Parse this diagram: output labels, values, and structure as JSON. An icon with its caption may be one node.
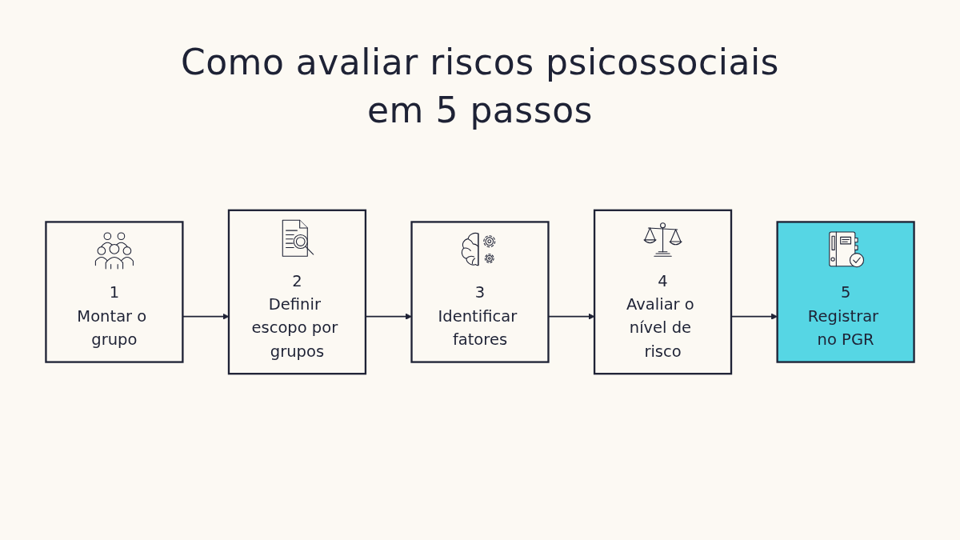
{
  "diagram": {
    "title": "Como avaliar riscos psicossociais em 5 passos",
    "nodes": [
      {
        "text": [
          "1",
          "Montar o grupo"
        ]
      },
      {
        "text": [
          "2",
          "Definir escopo por grupos"
        ]
      },
      {
        "text": [
          "3",
          "Identificar fatores"
        ]
      },
      {
        "text": [
          "4",
          "Avaliar o nível de risco"
        ]
      },
      {
        "text": [
          "5",
          "Registrar no PGR"
        ]
      }
    ],
    "edges": [
      {
        "from": 0,
        "to": 1,
        "arrow": "to"
      },
      {
        "from": 1,
        "to": 2,
        "arrow": "to"
      },
      {
        "from": 2,
        "to": 3,
        "arrow": "to"
      },
      {
        "from": 3,
        "to": 4,
        "arrow": "to"
      }
    ]
  }
}
